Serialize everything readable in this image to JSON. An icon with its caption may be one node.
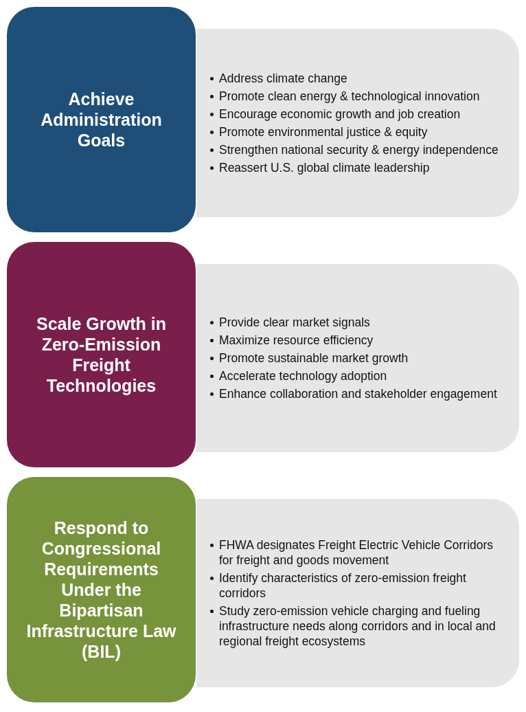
{
  "diagram": {
    "nodes": [
      {
        "text": [
          "Achieve Administration Goals"
        ]
      },
      {
        "text": [
          "Address climate change",
          "Promote clean energy & technological innovation",
          "Encourage economic growth and job creation",
          "Promote environmental justice & equity",
          "Strengthen national security & energy independence",
          "Reassert U.S. global climate leadership"
        ]
      },
      {
        "text": [
          "Scale Growth in Zero-Emission Freight Technologies"
        ]
      },
      {
        "text": [
          "Provide clear market signals",
          "Maximize resource efficiency",
          "Promote sustainable market growth",
          "Accelerate technology adoption",
          "Enhance collaboration and stakeholder engagement"
        ]
      },
      {
        "text": [
          "Respond to Congressional Requirements Under the Bipartisan Infrastructure Law (BIL)"
        ]
      },
      {
        "text": [
          "FHWA designates Freight Electric Vehicle Corridors for freight and goods movement",
          "Identify characteristics of zero-emission freight corridors",
          "Study zero-emission vehicle charging and fueling infrastructure needs along corridors and in local and regional freight ecosystems"
        ]
      }
    ]
  }
}
